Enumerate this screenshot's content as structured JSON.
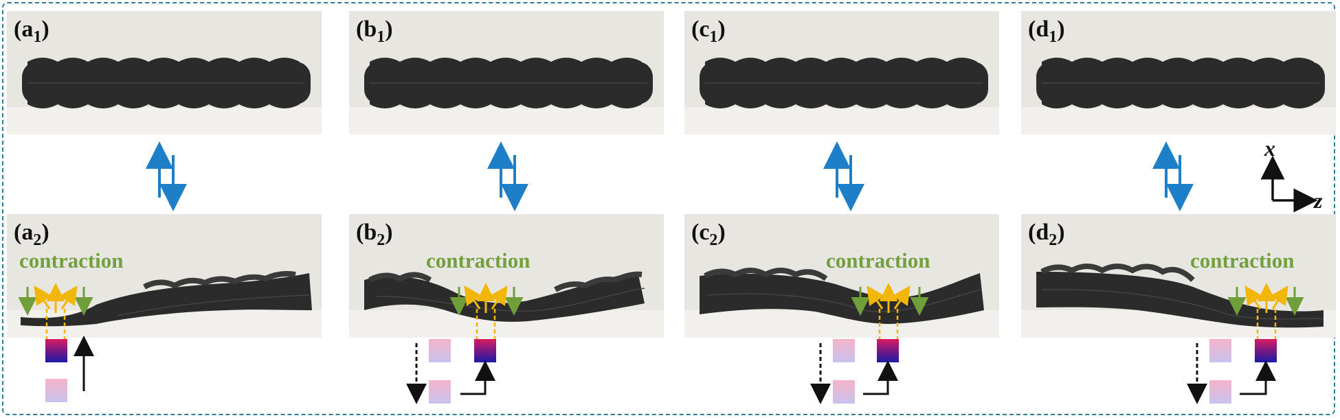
{
  "panels": [
    {
      "top_label": "a",
      "top_sub": "1",
      "bottom_label": "a",
      "bottom_sub": "2",
      "annotation": "contraction"
    },
    {
      "top_label": "b",
      "top_sub": "1",
      "bottom_label": "b",
      "bottom_sub": "2",
      "annotation": "contraction"
    },
    {
      "top_label": "c",
      "top_sub": "1",
      "bottom_label": "c",
      "bottom_sub": "2",
      "annotation": "contraction"
    },
    {
      "top_label": "d",
      "top_sub": "1",
      "bottom_label": "d",
      "bottom_sub": "2",
      "annotation": "contraction"
    }
  ],
  "axes": {
    "vertical": "x",
    "horizontal": "z"
  },
  "colors": {
    "frame": "#2f7d93",
    "reversible_arrow": "#1e7fc9",
    "contraction_text": "#73a03f",
    "contraction_arrow": "#6f9e3a",
    "expansion_arrow": "#f2b705",
    "actuator_active": "#d81b60",
    "actuator_active_base": "#1a1aa6",
    "actuator_idle": "#f4b3c8",
    "tube": "#2b2b2b",
    "photo_background": "#e6e3dd"
  },
  "icons": [
    "reversible-arrows-icon",
    "magnet-block-icon",
    "move-arrow-icon",
    "axis-icon"
  ]
}
